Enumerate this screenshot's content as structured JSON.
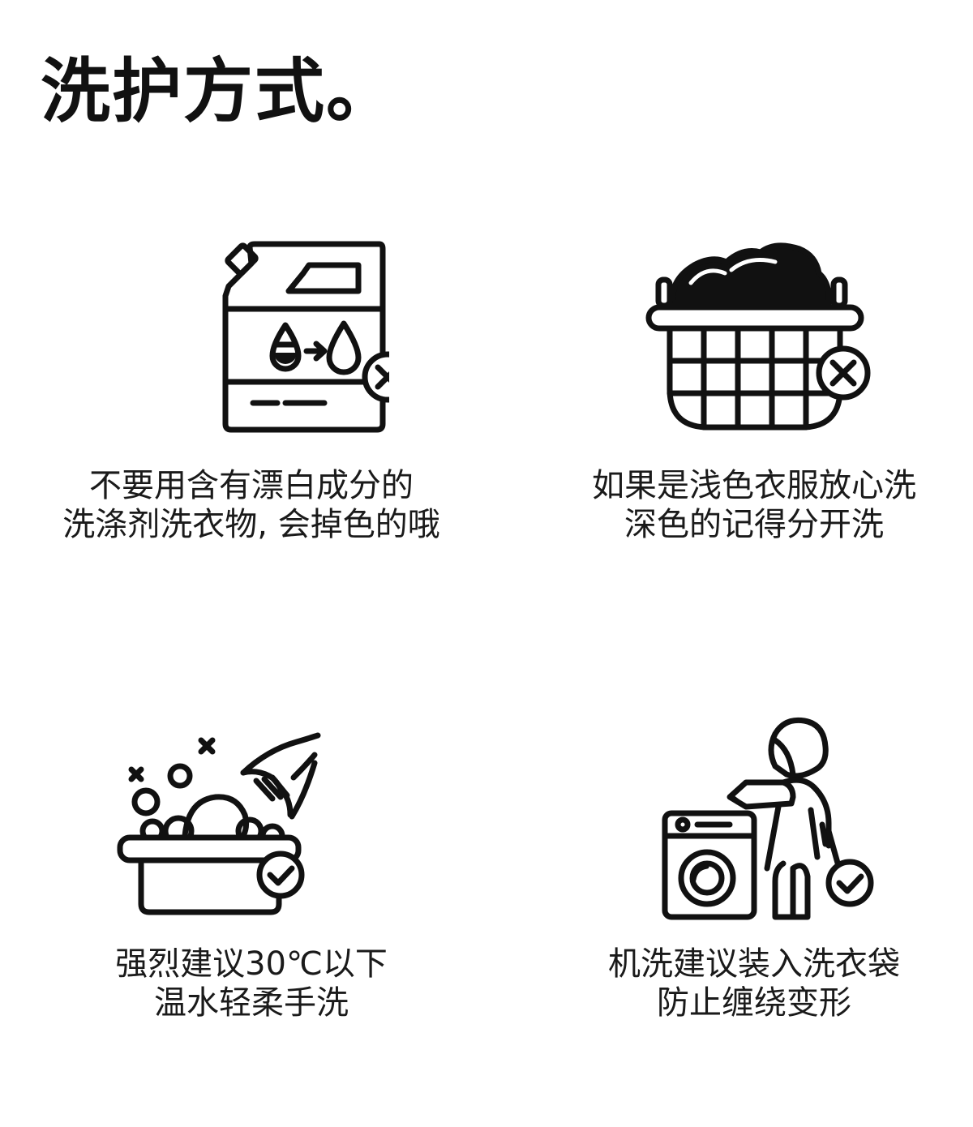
{
  "page": {
    "title": "洗护方式。"
  },
  "colors": {
    "ink": "#111111",
    "background": "#ffffff"
  },
  "cards": [
    {
      "icon": "detergent-bottle-icon",
      "badge": "cross-badge-icon",
      "caption_line1": "不要用含有漂白成分的",
      "caption_line2": "洗涤剂洗衣物, 会掉色的哦"
    },
    {
      "icon": "laundry-basket-icon",
      "badge": "cross-badge-icon",
      "caption_line1": "如果是浅色衣服放心洗",
      "caption_line2": "深色的记得分开洗"
    },
    {
      "icon": "hand-wash-basin-icon",
      "badge": "check-badge-icon",
      "caption_line1": "强烈建议30℃以下",
      "caption_line2": "温水轻柔手洗"
    },
    {
      "icon": "washing-machine-person-icon",
      "badge": "check-badge-icon",
      "caption_line1": "机洗建议装入洗衣袋",
      "caption_line2": "防止缠绕变形"
    }
  ]
}
